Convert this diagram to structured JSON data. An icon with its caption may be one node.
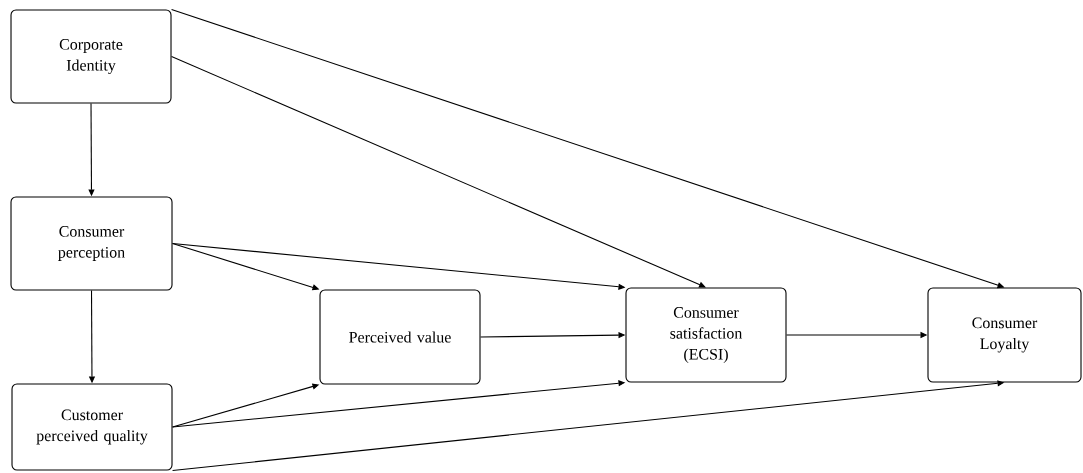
{
  "diagram": {
    "nodes": [
      {
        "text": [
          "Corporate Identity"
        ]
      },
      {
        "text": [
          "Consumer perception"
        ]
      },
      {
        "text": [
          "Customer perceived quality"
        ]
      },
      {
        "text": [
          "Perceived value"
        ]
      },
      {
        "text": [
          "Consumer satisfaction (ECSI)"
        ]
      },
      {
        "text": [
          "Consumer Loyalty"
        ]
      }
    ],
    "edges": [
      {
        "from": 0,
        "to": 1,
        "arrow": "to"
      },
      {
        "from": 0,
        "to": 4,
        "arrow": "to"
      },
      {
        "from": 0,
        "to": 5,
        "arrow": "to"
      },
      {
        "from": 1,
        "to": 2,
        "arrow": "to"
      },
      {
        "from": 1,
        "to": 3,
        "arrow": "to"
      },
      {
        "from": 1,
        "to": 4,
        "arrow": "to"
      },
      {
        "from": 2,
        "to": 3,
        "arrow": "to"
      },
      {
        "from": 2,
        "to": 4,
        "arrow": "to"
      },
      {
        "from": 2,
        "to": 5,
        "arrow": "to"
      },
      {
        "from": 3,
        "to": 4,
        "arrow": "to"
      },
      {
        "from": 4,
        "to": 5,
        "arrow": "to"
      }
    ]
  }
}
